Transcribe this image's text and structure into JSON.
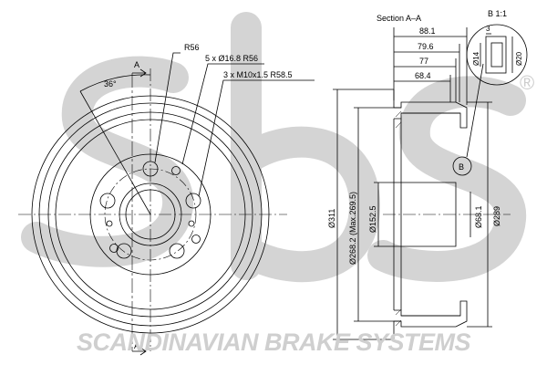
{
  "brand": {
    "logo_text": "sbs",
    "registered_mark": "®",
    "tagline": "SCANDINAVIAN BRAKE SYSTEMS",
    "watermark_color": "#cfcfcf"
  },
  "front_view": {
    "section_marker": "A",
    "angle_label": "36°",
    "hole_radius_label": "R56",
    "bolt_hole_label": "5 x Ø16.8 R56",
    "thread_label": "3 x M10x1.5 R58.5"
  },
  "section_view": {
    "title": "Section A–A",
    "width_dims": [
      "88.1",
      "79.6",
      "77",
      "68.4"
    ],
    "diameter_dims": [
      "Ø311",
      "Ø268.2 (Max.269.5)",
      "Ø152.5",
      "Ø68.1",
      "Ø289"
    ],
    "detail_marker": "B"
  },
  "detail_view": {
    "title": "B 1:1",
    "dims": [
      "3",
      "Ø14",
      "Ø20"
    ]
  },
  "colors": {
    "line": "#000000",
    "hatch": "#000000"
  }
}
